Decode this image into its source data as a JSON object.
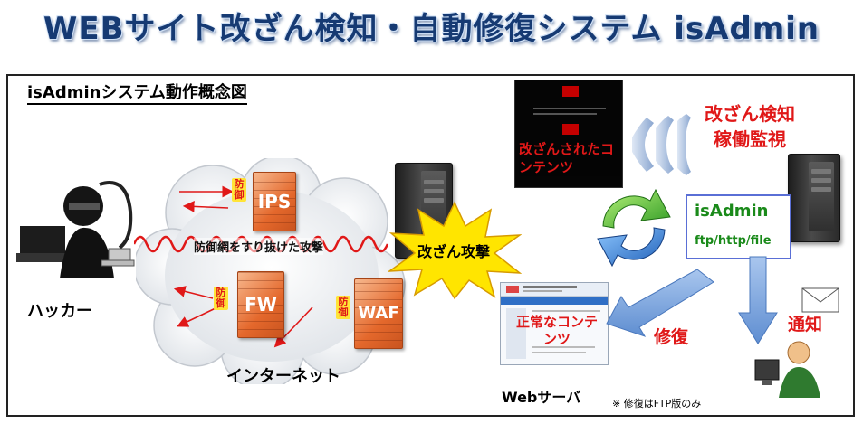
{
  "header": {
    "title": "WEBサイト改ざん検知・自動修復システム isAdmin"
  },
  "diagram": {
    "title": "isAdminシステム動作概念図",
    "hacker_label": "ハッカー",
    "internet_label": "インターネット",
    "ips_label": "IPS",
    "fw_label": "FW",
    "waf_label": "WAF",
    "defense_label": "防御",
    "bypass_label": "防御網をすり抜けた攻撃",
    "attack_label": "改ざん攻撃",
    "tampered_content": "改ざんされたコンテンツ",
    "monitor_label_1": "改ざん検知",
    "monitor_label_2": "稼働監視",
    "isadmin_name": "isAdmin",
    "isadmin_protocols": "ftp/http/file",
    "normal_content": "正常なコンテンツ",
    "restore_label": "修復",
    "notify_label": "通知",
    "webserver_label": "Webサーバ",
    "footnote": "※ 修復はFTP版のみ"
  },
  "colors": {
    "title": "#163a73",
    "accent_red": "#e01818",
    "arrow_blue": "#7fa6dc",
    "firewall": "#e4682c",
    "burst": "#ffe500"
  }
}
